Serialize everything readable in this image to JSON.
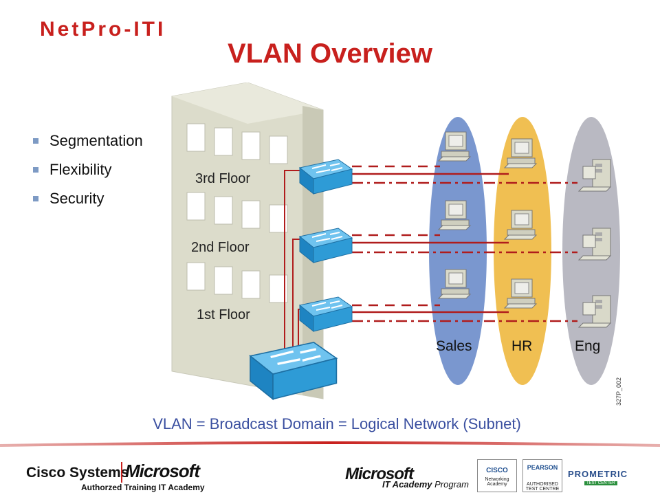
{
  "header": {
    "logo_text": "NetPro-ITI",
    "title": "VLAN Overview"
  },
  "bullets": [
    "Segmentation",
    "Flexibility",
    "Security"
  ],
  "diagram": {
    "floors": [
      "3rd Floor",
      "2nd Floor",
      "1st Floor"
    ],
    "groups": [
      "Sales",
      "HR",
      "Eng"
    ],
    "figure_code": "327P_002",
    "colors": {
      "sales": "#7a97cf",
      "hr": "#f0bf52",
      "eng": "#b9b9c2",
      "link": "#b01c1c",
      "switch": "#2e9bd6"
    }
  },
  "caption": "VLAN = Broadcast Domain = Logical Network (Subnet)",
  "footer": {
    "cisco": "Cisco Systems",
    "microsoft": "Microsoft",
    "academy": "Authorzed Training IT Academy",
    "microsoft2": "Microsoft",
    "it_academy": "IT Academy",
    "program": "Program",
    "cisco_badge": "CISCO",
    "cisco_badge_sub": "Networking Academy",
    "pearson": "PEARSON",
    "pearson_sub": "AUTHORISED TEST CENTRE",
    "prometric": "PROMETRIC",
    "prometric_sub": "TEST CENTER"
  }
}
